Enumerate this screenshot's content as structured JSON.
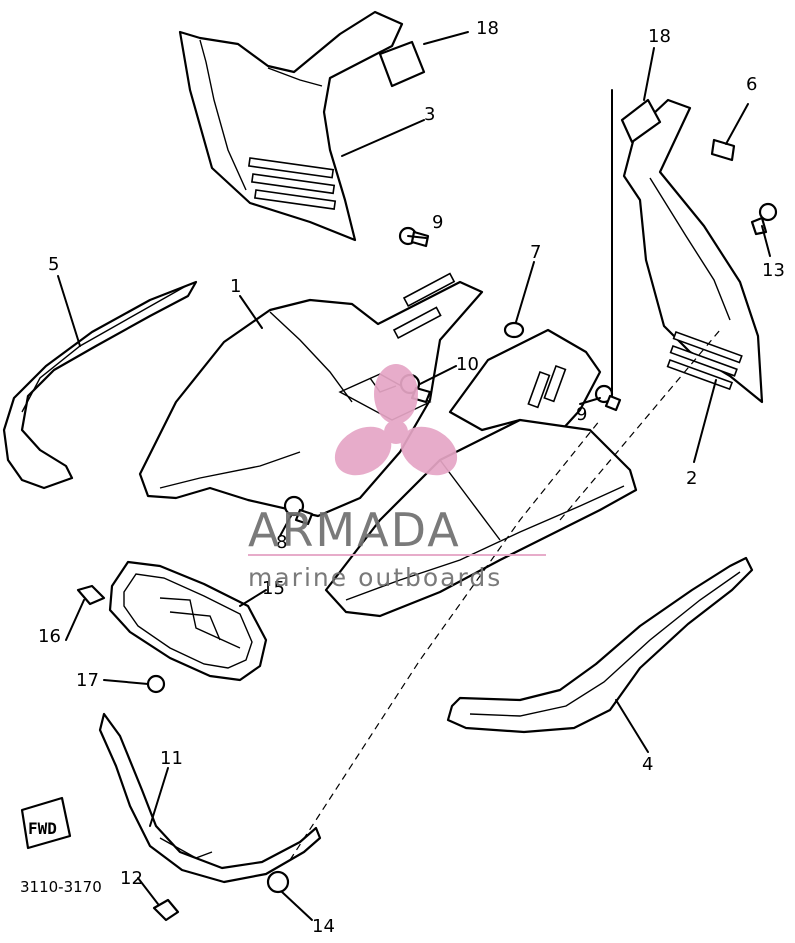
{
  "diagram": {
    "callouts": [
      "18",
      "18",
      "6",
      "3",
      "9",
      "5",
      "7",
      "13",
      "1",
      "10",
      "9",
      "2",
      "8",
      "15",
      "16",
      "17",
      "4",
      "11",
      "12",
      "14"
    ],
    "reference_code": "3110-3170",
    "direction_label": "FWD"
  },
  "watermark": {
    "brand": "ARMADA",
    "tagline": "marine outboards",
    "colors": {
      "propeller": "#e6a6c6",
      "text": "#6f6f6f",
      "rule": "#e6a6c6"
    }
  }
}
